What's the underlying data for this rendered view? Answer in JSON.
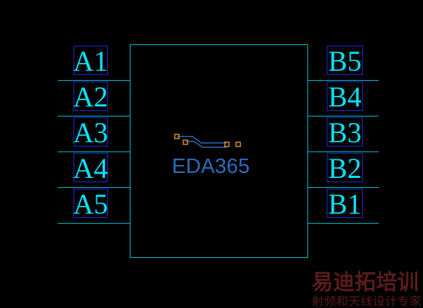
{
  "colors": {
    "background": "#000000",
    "outline": "#00bcd4",
    "label_text": "#00e5ff",
    "label_box": "#1a2bd8",
    "logo_text": "#2a6db8",
    "logo_trace": "#2a6db8",
    "logo_pads": "#c8852c",
    "watermark": "#6a2020"
  },
  "component": {
    "left_pins": [
      "A1",
      "A2",
      "A3",
      "A4",
      "A5"
    ],
    "right_pins": [
      "B5",
      "B4",
      "B3",
      "B2",
      "B1"
    ]
  },
  "logo": {
    "text": "EDA365",
    "icon": "pcb-trace-icon"
  },
  "watermark": {
    "title": "易迪拓培训",
    "subtitle": "射频和天线设计专家"
  }
}
